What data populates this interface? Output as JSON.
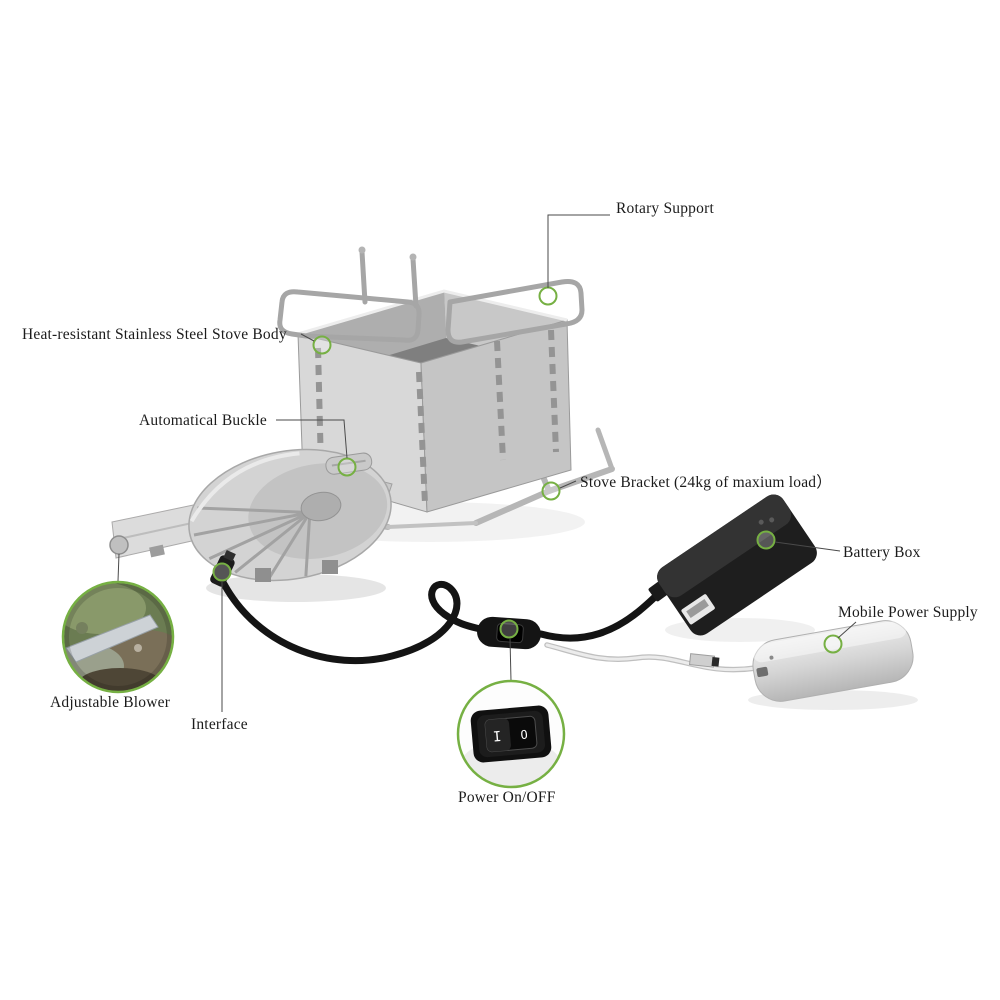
{
  "colors": {
    "accent": "#76b043",
    "callout_line": "#4a4a4a",
    "text": "#1b1b1b",
    "background": "#ffffff"
  },
  "callouts": {
    "rotary_support": {
      "label": "Rotary Support"
    },
    "stove_body": {
      "label": "Heat-resistant Stainless Steel Stove Body"
    },
    "automatical_buckle": {
      "label": "Automatical Buckle"
    },
    "stove_bracket": {
      "label": "Stove Bracket (24kg of maxium load）"
    },
    "battery_box": {
      "label": "Battery Box"
    },
    "mobile_power_supply": {
      "label": "Mobile Power Supply"
    },
    "adjustable_blower": {
      "label": "Adjustable Blower"
    },
    "interface": {
      "label": "Interface"
    },
    "power_on_off": {
      "label": "Power On/OFF"
    }
  },
  "switch_inset": {
    "rocker_on": "I",
    "rocker_off": "O"
  },
  "icons": {
    "callout_marker": "green-circle-marker",
    "inset_border": "green-ring"
  }
}
